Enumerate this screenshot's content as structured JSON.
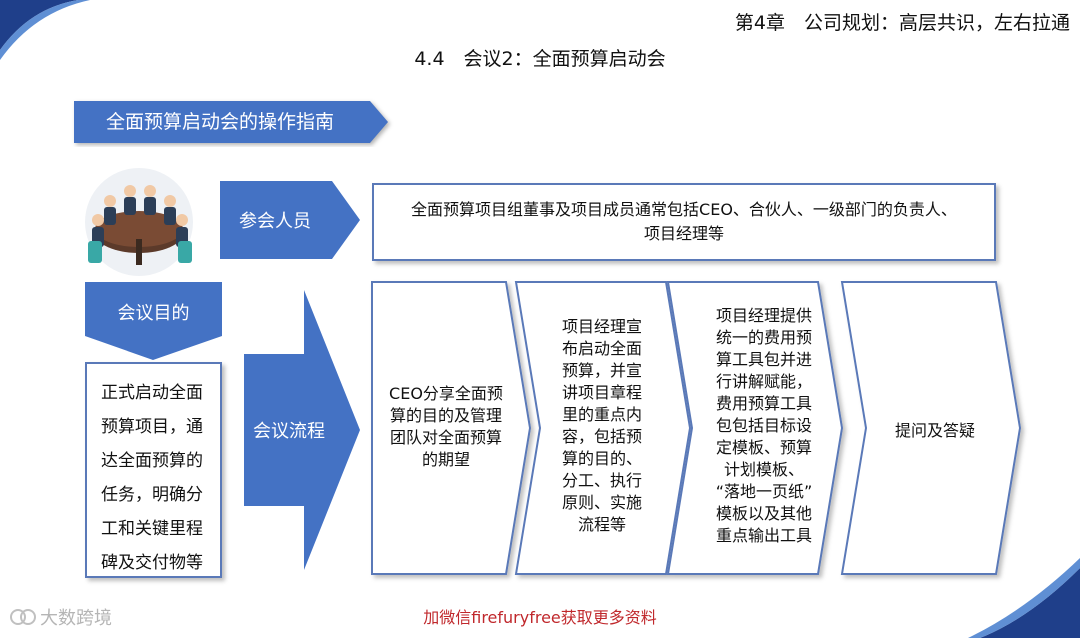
{
  "header": {
    "chapter_title": "第4章　公司规划：高层共识，左右拉通",
    "section_title": "4.4　会议2：全面预算启动会"
  },
  "guide_tab": {
    "label": "全面预算启动会的操作指南"
  },
  "participants": {
    "label": "参会人员",
    "content_line1": "全面预算项目组董事及项目成员通常包括CEO、合伙人、一级部门的负责人、",
    "content_line2": "项目经理等"
  },
  "purpose": {
    "label": "会议目的",
    "lines": [
      "正式启动全面",
      "预算项目，通",
      "达全面预算的",
      "任务，明确分",
      "工和关键里程",
      "碑及交付物等"
    ]
  },
  "process": {
    "label": "会议流程",
    "steps": [
      {
        "lines": [
          "CEO分享全面预",
          "算的目的及管理",
          "团队对全面预算",
          "的期望"
        ]
      },
      {
        "lines": [
          "项目经理宣",
          "布启动全面",
          "预算，并宣",
          "讲项目章程",
          "里的重点内",
          "容，包括预",
          "算的目的、",
          "分工、执行",
          "原则、实施",
          "流程等"
        ]
      },
      {
        "lines": [
          "项目经理提供",
          "统一的费用预",
          "算工具包并进",
          "行讲解赋能，",
          "费用预算工具",
          "包包括目标设",
          "定模板、预算",
          "计划模板、",
          "“落地一页纸”",
          "模板以及其他",
          "重点输出工具"
        ]
      },
      {
        "lines": [
          "提问及答疑"
        ]
      }
    ]
  },
  "footer": {
    "text": "加微信firefuryfree获取更多资料"
  },
  "watermark": {
    "text": "大数跨境"
  },
  "colors": {
    "accent": "#4472c4",
    "box_border": "#5a79b8",
    "footer_red": "#c0282c"
  }
}
